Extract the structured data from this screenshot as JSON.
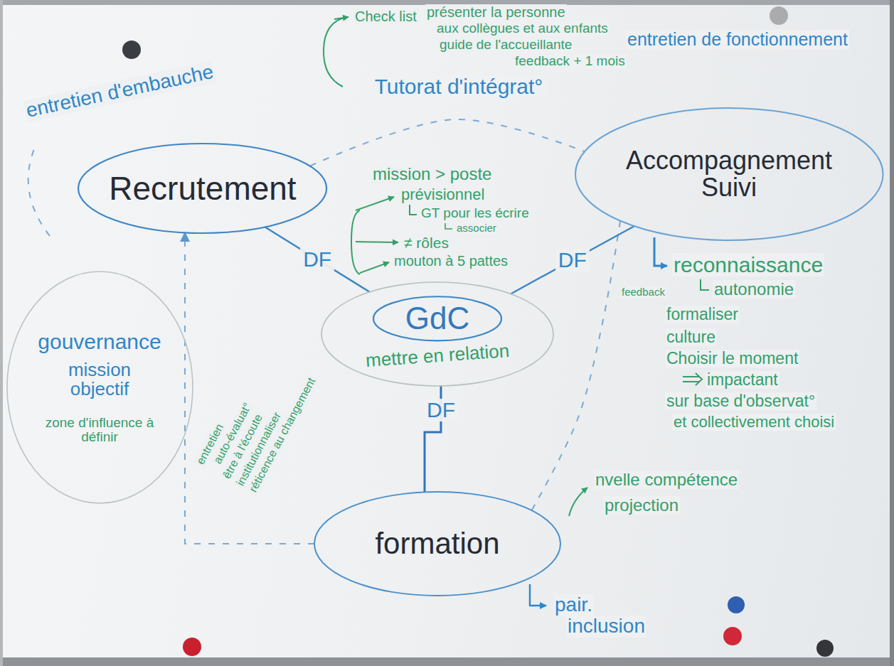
{
  "diagram": {
    "nodes": [
      {
        "text": [
          "Recrutement"
        ]
      },
      {
        "text": [
          "Accompagnement Suivi"
        ]
      },
      {
        "text": [
          "gouvernance",
          "mission objectif",
          "zone d'influence à définir"
        ]
      },
      {
        "text": [
          "GdC",
          "mettre en relation"
        ]
      },
      {
        "text": [
          "formation"
        ]
      }
    ],
    "edges": [
      {
        "from": 0,
        "to": 1,
        "arrow": "none",
        "label": "Tutorat d'intégrat°"
      },
      {
        "from": 1,
        "to": 4,
        "arrow": "none"
      },
      {
        "from": 4,
        "to": 0,
        "arrow": "to"
      },
      {
        "from": 0,
        "to": 3,
        "arrow": "none",
        "label": "DF"
      },
      {
        "from": 1,
        "to": 3,
        "arrow": "none",
        "label": "DF"
      },
      {
        "from": 4,
        "to": 3,
        "arrow": "none",
        "label": "DF"
      }
    ],
    "labels": [
      "entretien d'embauche",
      "Check list",
      "présenter la personne",
      "aux collègues et aux enfants",
      "guide de l'accueillante",
      "feedback + 1 mois",
      "entretien de fonctionnement",
      "mission > poste",
      "prévisionnel",
      "GT pour les écrire",
      "associer",
      "≠ rôles",
      "mouton à 5 pattes",
      "reconnaissance",
      "autonomie",
      "feedback",
      "formaliser",
      "culture",
      "Choisir le moment",
      "impactant",
      "sur base d'observat°",
      "et collectivement choisi",
      "entretien",
      "auto-évaluat°",
      "être à l'écoute",
      "institutionnaliser",
      "réticence au changement",
      "nvelle compétence",
      "projection",
      "pair.",
      "inclusion"
    ]
  }
}
